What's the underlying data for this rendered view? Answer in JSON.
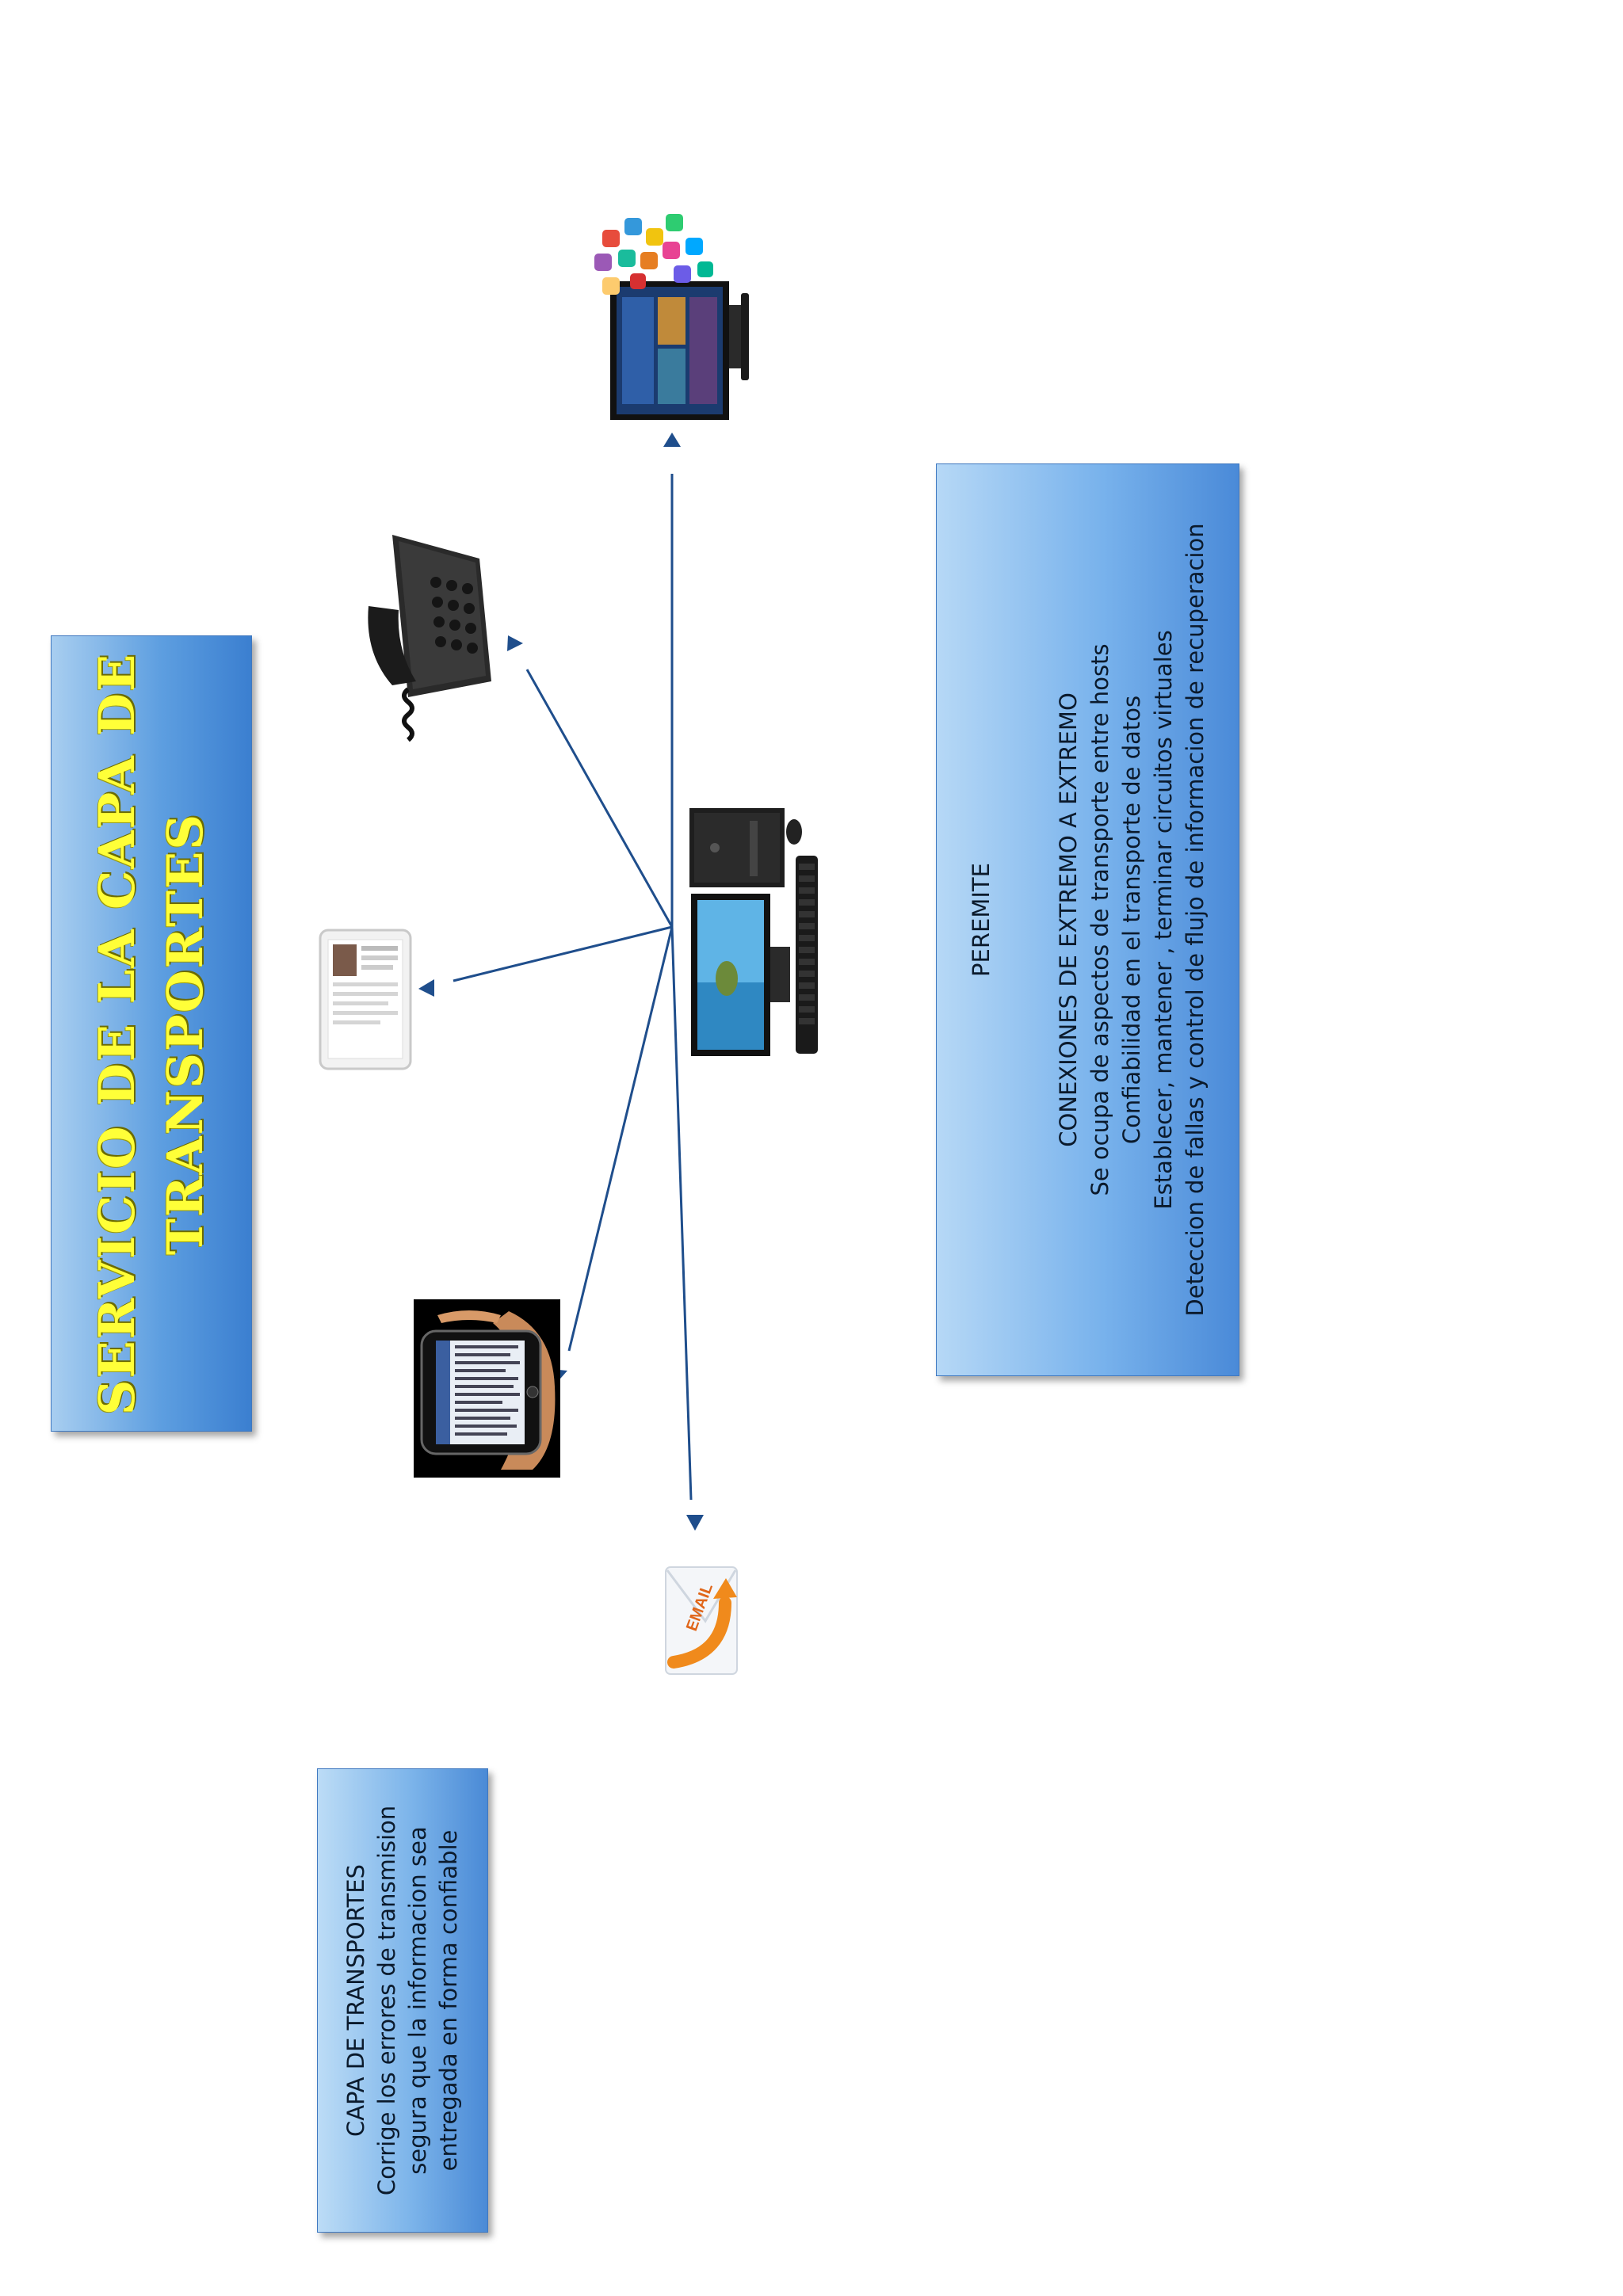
{
  "title": {
    "lines": [
      "SERVICIO DE LA CAPA DE",
      "TRANSPORTES"
    ]
  },
  "permite_box": {
    "heading": "PEREMITE",
    "lines": [
      "CONEXIONES DE EXTREMO A EXTREMO",
      "Se ocupa  de aspectos de transporte entre hosts",
      "Confiabilidad en el transporte de datos",
      "Establecer, mantener , terminar circuitos virtuales",
      "Deteccion de fallas y control  de flujo de informacion de recuperacion"
    ]
  },
  "capa_box": {
    "lines": [
      "CAPA DE TRANSPORTES",
      "Corrige los errores de transmision",
      "segura que la informacion sea",
      "entregada en forma confiable"
    ]
  },
  "devices": {
    "email_label": "EMAIL"
  },
  "colors": {
    "title_text": "#ffff38",
    "box_blue": "#4a8ad8",
    "arrow": "#1f4e8c"
  }
}
